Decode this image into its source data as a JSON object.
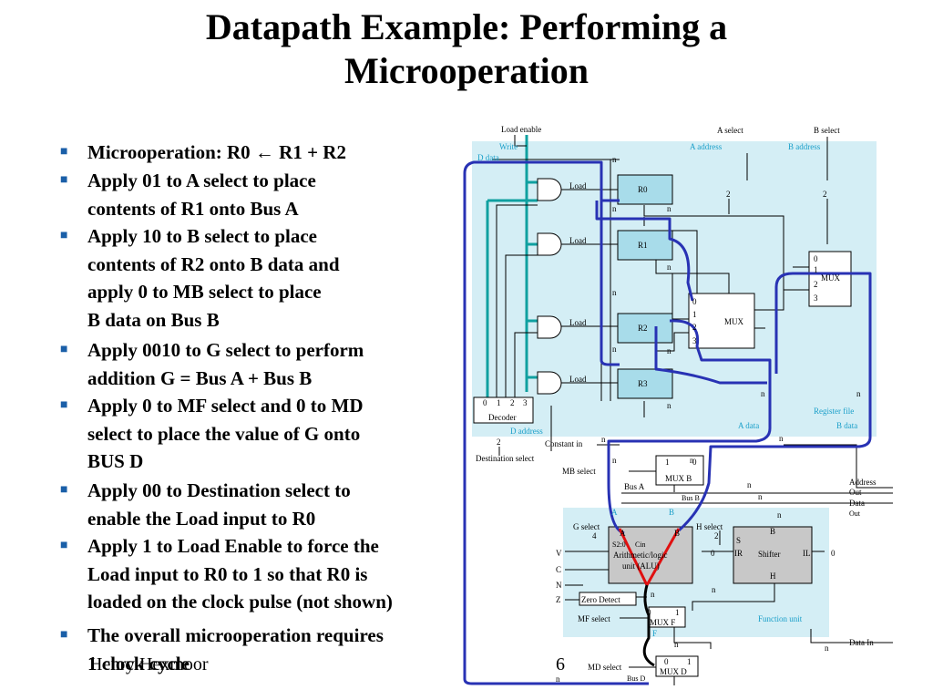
{
  "title": {
    "line1": "Datapath Example: Performing a",
    "line2": "Microoperation"
  },
  "bullets": [
    {
      "lines": [
        "Microoperation: R0 ← R1 + R2"
      ]
    },
    {
      "lines": [
        "Apply 01 to A select to place",
        "contents of R1 onto Bus A"
      ]
    },
    {
      "lines": [
        "Apply 10 to B select to place",
        "contents of R2 onto B data and",
        "apply 0 to MB select to place",
        "B data on Bus B"
      ]
    },
    {
      "lines": [
        "Apply 0010 to G select to perform",
        "addition  G = Bus A + Bus B"
      ]
    },
    {
      "lines": [
        "Apply 0 to MF select and 0 to MD",
        "select to place the value of G onto",
        "BUS D"
      ]
    },
    {
      "lines": [
        "Apply 00 to Destination select to",
        "enable the Load input to R0"
      ]
    },
    {
      "lines": [
        "Apply 1 to Load Enable to force the",
        "Load input to R0 to 1 so that R0 is",
        "loaded on the clock pulse (not shown)"
      ]
    },
    {
      "lines": [
        "The overall microoperation requires",
        "1 clock cycle"
      ]
    }
  ],
  "footer": {
    "author": "Henry Hexmoor",
    "page": "6"
  },
  "colors": {
    "panel": "#d4eef5",
    "register": "#a8dcea",
    "alu": "#c8c8c8",
    "path_blue": "#2832b4",
    "path_red": "#e01010",
    "control_teal": "#10a0a0",
    "label_blue": "#1a9fc9"
  },
  "diagram": {
    "load_enable": "Load enable",
    "write": "Write",
    "d_data": "D data",
    "a_select": "A select",
    "b_select": "B select",
    "a_address": "A address",
    "b_address": "B address",
    "registers": [
      "R0",
      "R1",
      "R2",
      "R3"
    ],
    "load": "Load",
    "n": "n",
    "two": "2",
    "mux_inputs": [
      "0",
      "1",
      "2",
      "3"
    ],
    "mux": "MUX",
    "decoder_inputs": [
      "0",
      "1",
      "2",
      "3"
    ],
    "decoder": "Decoder",
    "d_address": "D address",
    "destination_select": "Destination select",
    "register_file": "Register file",
    "a_data": "A data",
    "b_data": "B data",
    "constant_in": "Constant in",
    "mb_select": "MB select",
    "mux_b": "MUX B",
    "one": "1",
    "zero": "0",
    "bus_a": "Bus A",
    "bus_b": "Bus B",
    "address_out": [
      "Address",
      "Out"
    ],
    "data_out": [
      "Data",
      "Out"
    ],
    "a": "A",
    "b": "B",
    "g_select": "G select",
    "four": "4",
    "h_select": "H select",
    "s20": "S2:0",
    "cin": "Cin",
    "alu_label": [
      "Arithmetic/logic",
      "unit (ALU)"
    ],
    "s": "S",
    "ir": "IR",
    "il": "IL",
    "shifter": "Shifter",
    "g": "G",
    "h": "H",
    "flags": [
      "V",
      "C",
      "N",
      "Z"
    ],
    "zero_detect": "Zero Detect",
    "mf_select": "MF select",
    "mux_f": "MUX F",
    "f": "F",
    "function_unit": "Function unit",
    "data_in": "Data In",
    "md_select": "MD select",
    "mux_d": "MUX D",
    "bus_d": "Bus D"
  }
}
